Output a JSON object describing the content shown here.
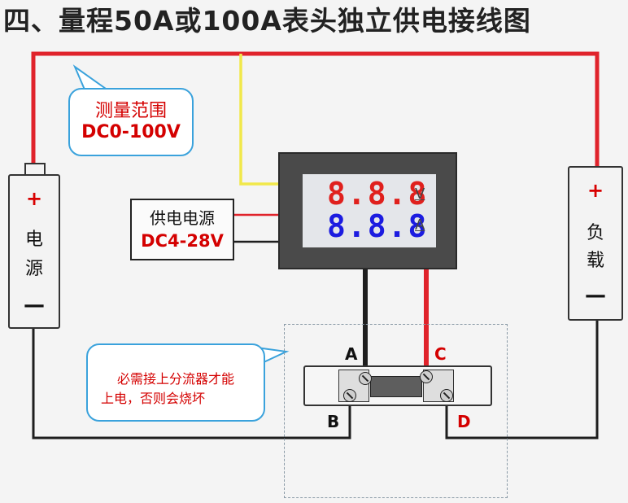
{
  "title": "四、量程50A或100A表头独立供电接线图",
  "battery": {
    "plus": "+",
    "minus": "—",
    "label_chars": [
      "电",
      "源"
    ]
  },
  "load": {
    "plus": "+",
    "minus": "—",
    "label_chars": [
      "负",
      "载"
    ]
  },
  "meter": {
    "voltage_digits": "8.8.8",
    "voltage_unit": "V",
    "current_digits": "8.8.8",
    "current_unit": "A"
  },
  "power_supply": {
    "line1": "供电电源",
    "line2": "DC4-28V"
  },
  "measure_bubble": {
    "line1": "测量范围",
    "line2": "DC0-100V"
  },
  "warning_bubble": {
    "line1": "必需接上分流器才能",
    "line2": "上电，否则会烧坏"
  },
  "terminals": {
    "a": "A",
    "b": "B",
    "c": "C",
    "d": "D"
  },
  "colors": {
    "red_wire": "#e0232b",
    "black_wire": "#1e1e1e",
    "yellow_wire": "#f1e84a",
    "bubble_border": "#3aa2dc",
    "voltage_digits": "#e0201d",
    "current_digits": "#1c1ce0"
  }
}
